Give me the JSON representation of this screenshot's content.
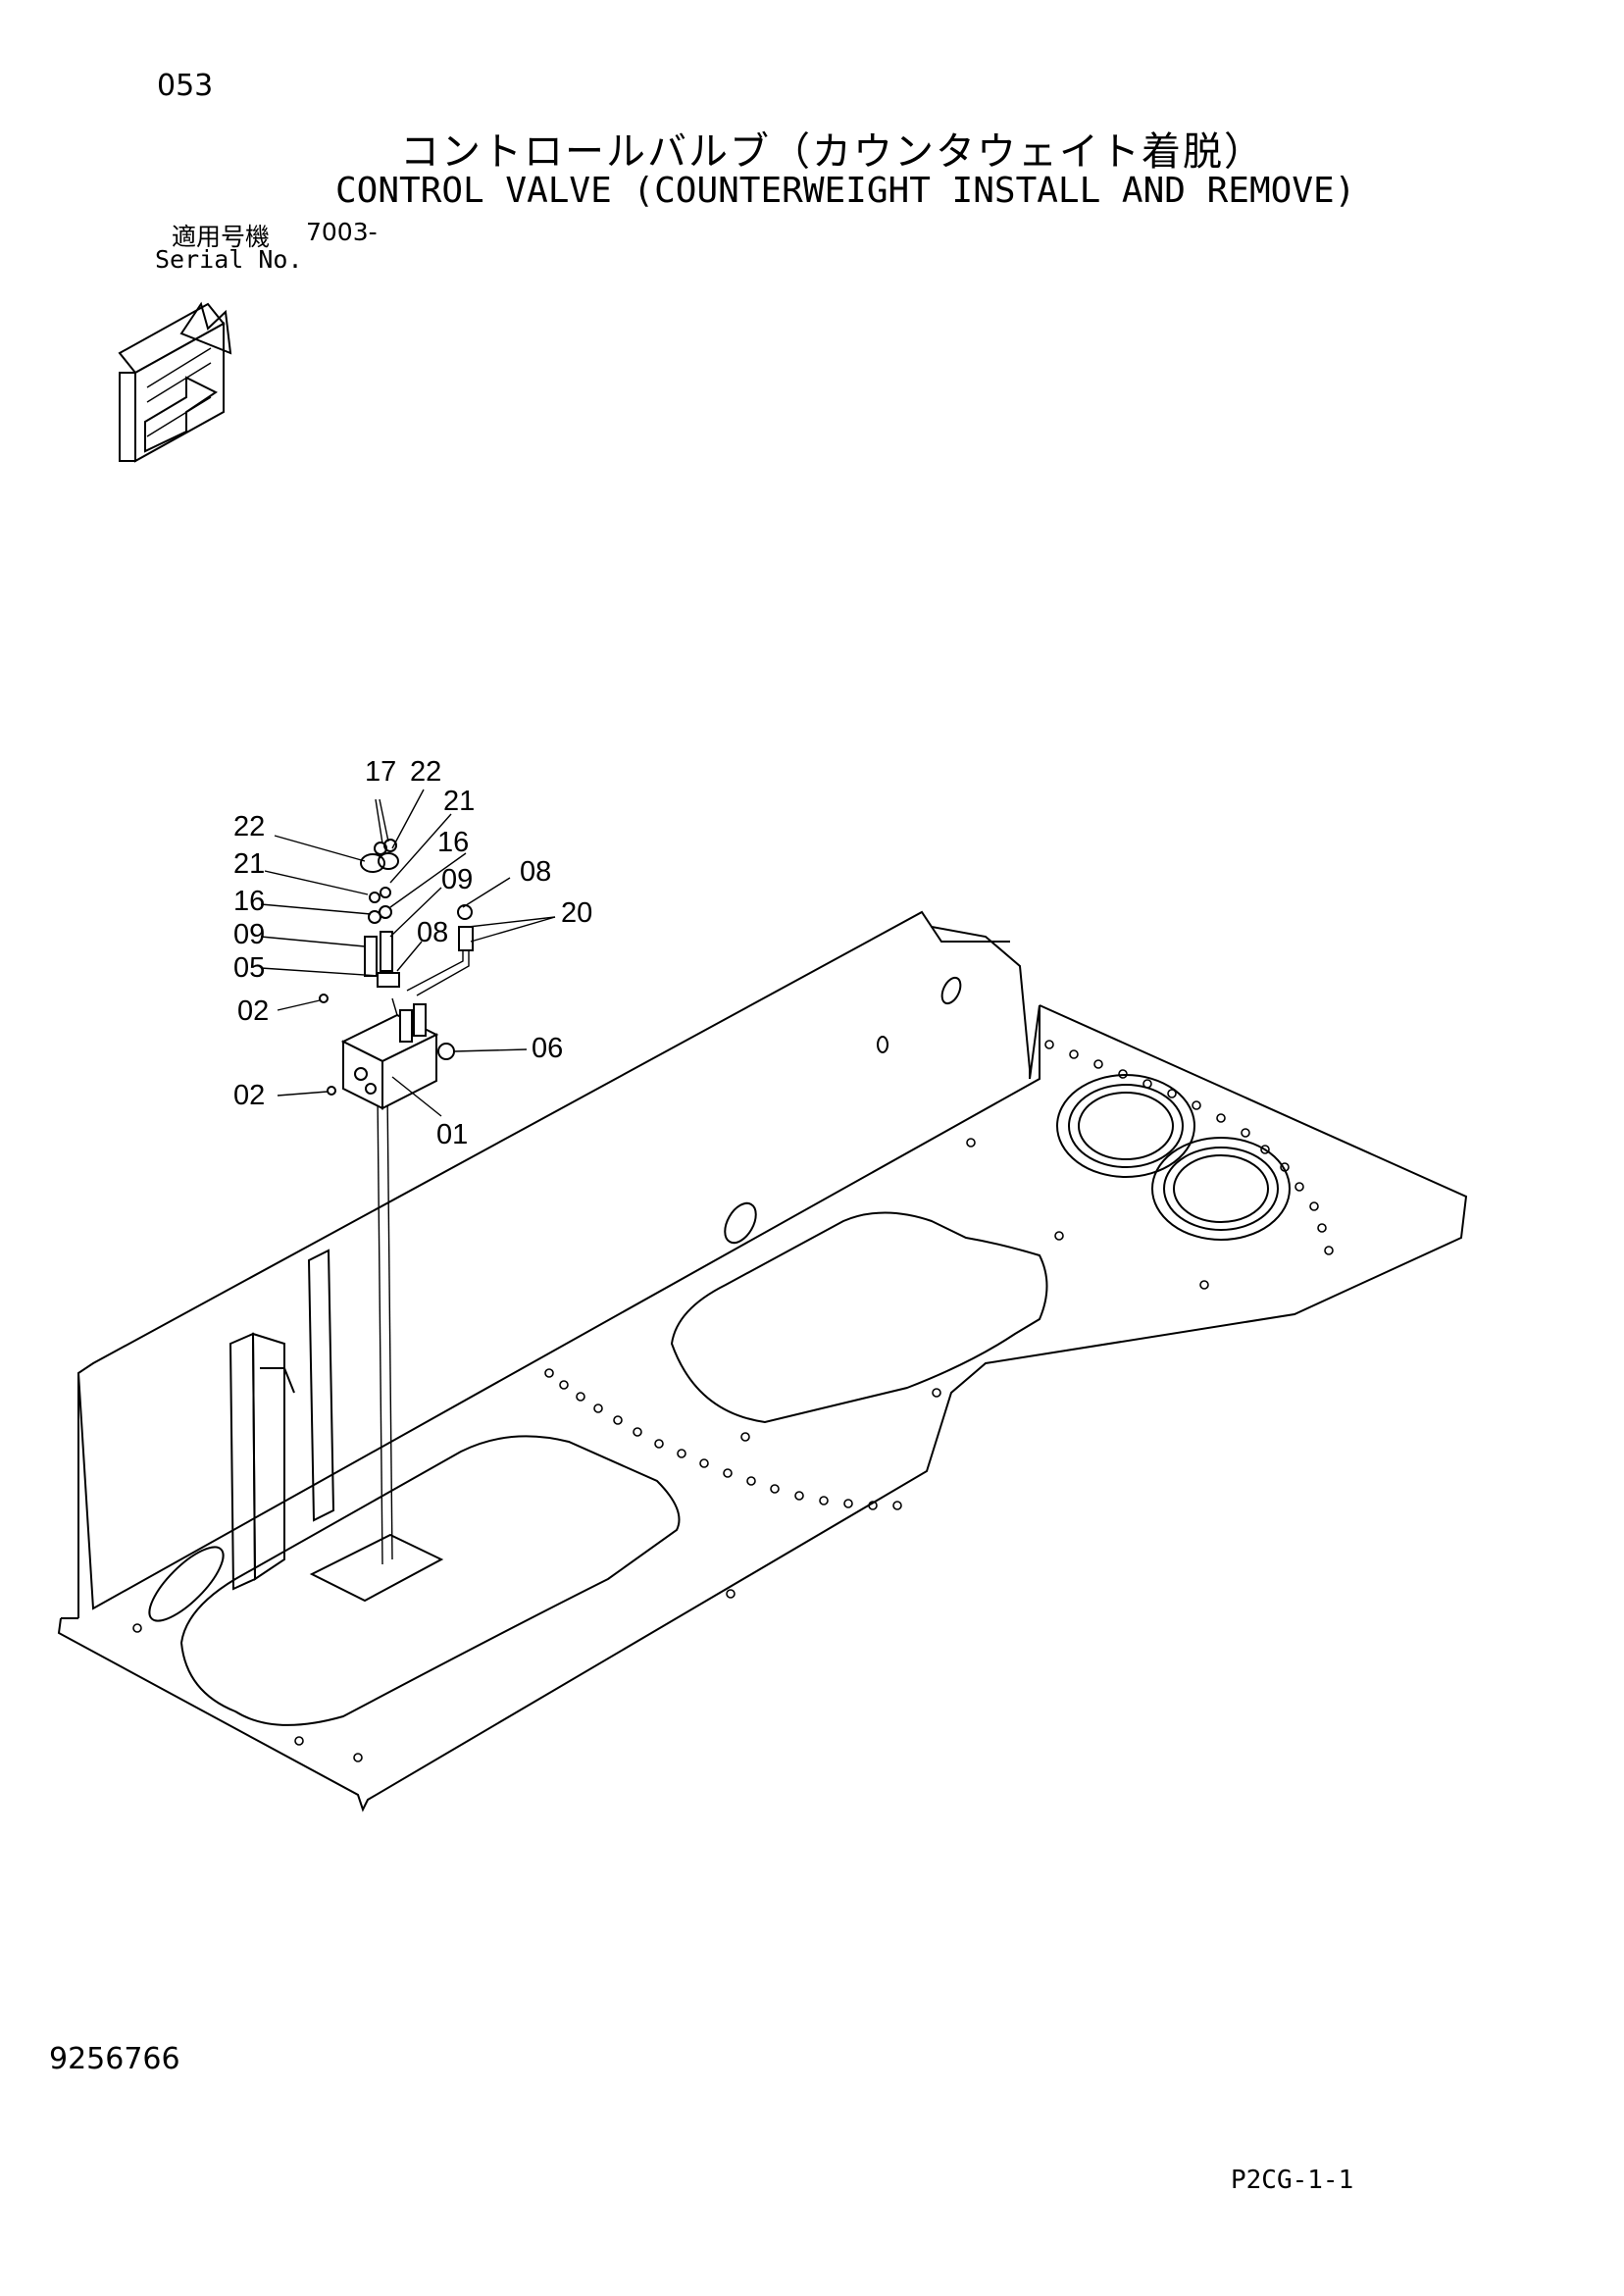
{
  "header": {
    "page_number": "053",
    "title_jp": "コントロールバルブ（カウンタウェイト着脱）",
    "title_en": "CONTROL VALVE (COUNTERWEIGHT INSTALL AND REMOVE)",
    "serial_label_jp": "適用号機",
    "serial_value": "7003-",
    "serial_label_en": "Serial No."
  },
  "orientation_icon": "front-direction-arrows-icon",
  "callouts": [
    "17",
    "22",
    "21",
    "16",
    "08",
    "22",
    "21",
    "16",
    "09",
    "09",
    "20",
    "05",
    "08",
    "02",
    "06",
    "02",
    "01"
  ],
  "footer": {
    "doc_number": "9256766",
    "page_code": "P2CG-1-1"
  }
}
